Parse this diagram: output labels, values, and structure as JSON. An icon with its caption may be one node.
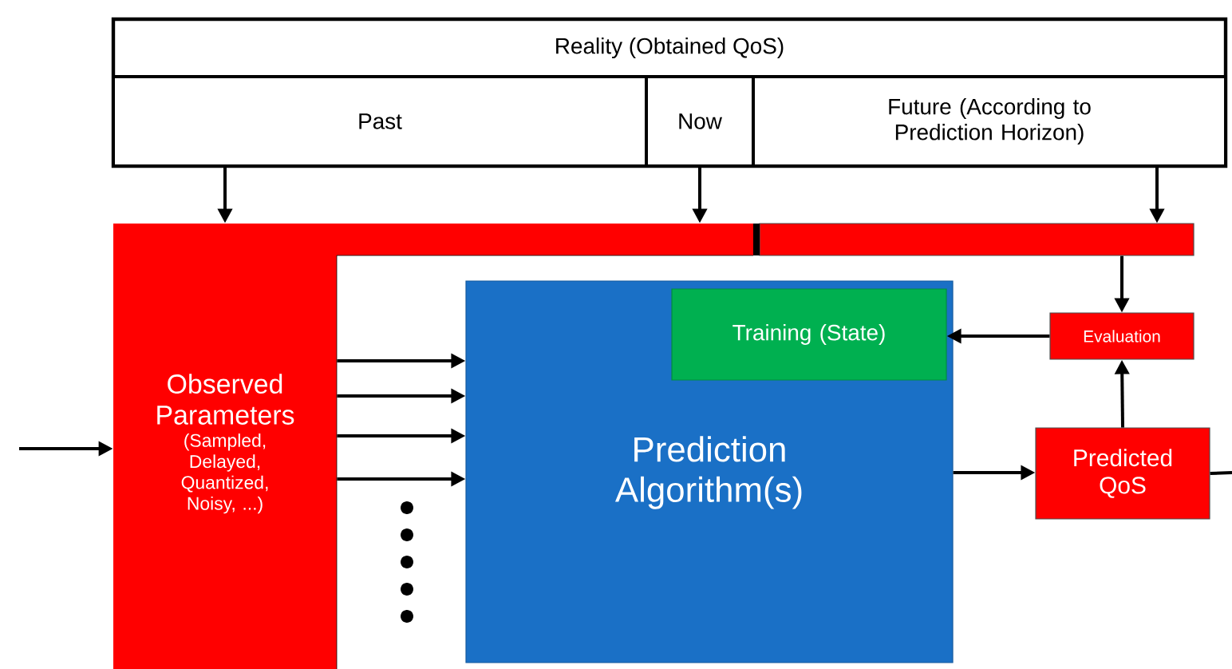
{
  "diagram": {
    "nodes": [
      {
        "text": [
          "Reality (Obtained QoS)"
        ]
      },
      {
        "text": [
          "Past"
        ],
        "in": 0
      },
      {
        "text": [
          "Now"
        ],
        "in": 0
      },
      {
        "text": [
          "Future (According to Prediction Horizon)"
        ],
        "in": 0
      },
      {
        "text": [
          "Observed Parameters",
          "(Sampled, Delayed, Quantized, Noisy, ...)"
        ]
      },
      {
        "text": [],
        "shape": "bar"
      },
      {
        "text": [
          "Prediction Algorithm(s)"
        ]
      },
      {
        "text": [
          "Training (State)"
        ],
        "in": 6
      },
      {
        "text": [
          "Evaluation"
        ]
      },
      {
        "text": [
          "Predicted QoS"
        ]
      }
    ],
    "edges": [
      {
        "from": 1,
        "to": 4,
        "arrow": "to"
      },
      {
        "from": 2,
        "to": 4,
        "arrow": "to"
      },
      {
        "from": 3,
        "to": 5,
        "arrow": "to"
      },
      {
        "from": null,
        "to": 4,
        "arrow": "to"
      },
      {
        "from": 4,
        "to": 6,
        "arrow": "to"
      },
      {
        "from": 4,
        "to": 6,
        "arrow": "to"
      },
      {
        "from": 4,
        "to": 6,
        "arrow": "to"
      },
      {
        "from": 4,
        "to": 6,
        "arrow": "to"
      },
      {
        "from": 6,
        "to": 9,
        "arrow": "to"
      },
      {
        "from": 5,
        "to": 8,
        "arrow": "to"
      },
      {
        "from": 8,
        "to": 7,
        "arrow": "to"
      },
      {
        "from": 9,
        "to": 8,
        "arrow": "to"
      },
      {
        "from": 9,
        "to": null,
        "arrow": "none"
      }
    ]
  }
}
